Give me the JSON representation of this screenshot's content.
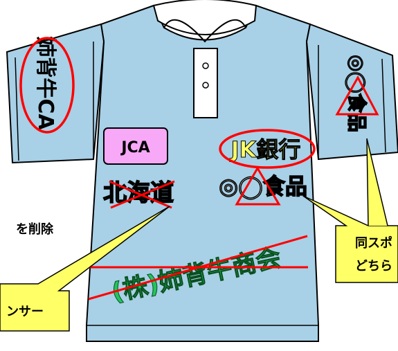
{
  "colors": {
    "shirt": "#a8d0e6",
    "outline": "#000000",
    "mark_red": "#ff0000",
    "green_fill": "#22c55e",
    "callout_fill": "#ffff66",
    "jca_fill": "#f7a8f7"
  },
  "logos": {
    "jca": "JCA",
    "hokkaido": "北海道",
    "jk_bank": "JK銀行",
    "food_front": "◎◯食品",
    "shop_back": "(株)姉背牛商会",
    "left_sleeve": "姉背牛CA",
    "right_sleeve": "◎◯食品"
  },
  "notes": {
    "left_note": "を削除",
    "left_callout": "ンサー",
    "right_callout_line1": "同スポ",
    "right_callout_line2": "どちら"
  }
}
